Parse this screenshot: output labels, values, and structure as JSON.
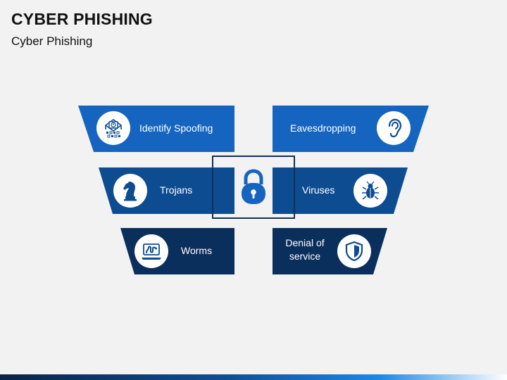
{
  "slide": {
    "title": "CYBER PHISHING",
    "subtitle": "Cyber Phishing"
  },
  "items": {
    "identify_spoofing": {
      "label": "Identify Spoofing",
      "icon": "spoofing-envelope-icon",
      "color": "#1565c0"
    },
    "eavesdropping": {
      "label": "Eavesdropping",
      "icon": "ear-icon",
      "color": "#1565c0"
    },
    "trojans": {
      "label": "Trojans",
      "icon": "chess-knight-icon",
      "color": "#0e4c92"
    },
    "viruses": {
      "label": "Viruses",
      "icon": "bug-icon",
      "color": "#0e4c92"
    },
    "worms": {
      "label": "Worms",
      "icon": "worm-laptop-icon",
      "color": "#0b2f5c"
    },
    "denial_of_service": {
      "label_line1": "Denial of",
      "label_line2": "service",
      "icon": "shield-icon",
      "color": "#0b2f5c"
    }
  },
  "center": {
    "icon": "padlock-icon",
    "color": "#1565c0"
  }
}
